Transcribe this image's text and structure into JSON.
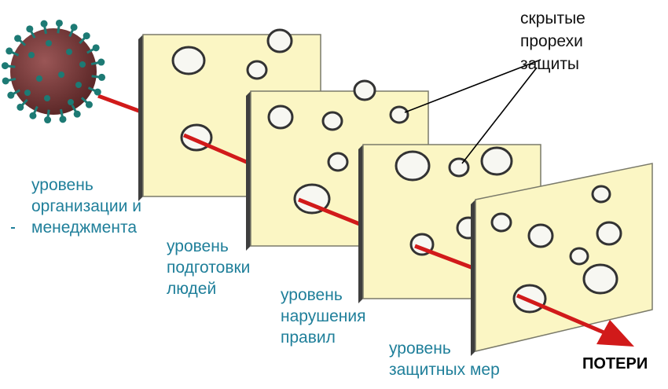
{
  "labels": {
    "layer1": [
      "уровень",
      "организации и",
      "менеджмента"
    ],
    "layer2": [
      "уровень",
      "подготовки",
      "людей"
    ],
    "layer3": [
      "уровень",
      "нарушения",
      "правил"
    ],
    "layer4": [
      "уровень",
      "защитных мер"
    ],
    "hidden_gaps": [
      "скрытые",
      "прорехи",
      "защиты"
    ],
    "losses": "ПОТЕРИ"
  },
  "icons": {
    "threat": "virus-icon"
  },
  "colors": {
    "slice_fill": "#fbf6c4",
    "slice_edge": "#7a7a6a",
    "slice_side": "#3e3e3e",
    "hole_fill": "#f7f7f2",
    "arrow": "#d11a1a",
    "label_teal": "#1f7f9a",
    "virus_body": "#7a3a3a",
    "virus_spike": "#1d7a74"
  }
}
